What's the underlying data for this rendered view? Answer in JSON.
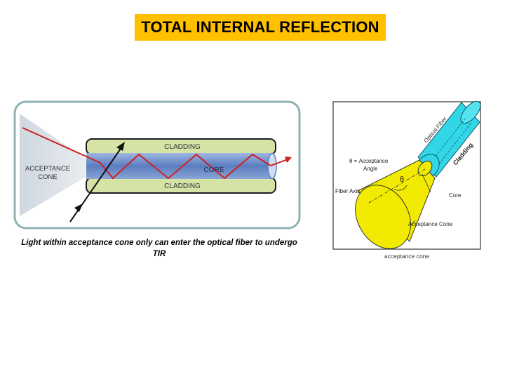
{
  "slide": {
    "title": "TOTAL INTERNAL REFLECTION"
  },
  "left_diagram": {
    "label_cladding_top": "CLADDING",
    "label_cladding_bottom": "CLADDING",
    "label_core": "CORE",
    "label_acceptance": "ACCEPTANCE",
    "label_cone": "CONE",
    "caption": "Light within acceptance cone only can enter the optical fiber to undergo TIR"
  },
  "right_diagram": {
    "label_optical_fiber": "Optical Fiber",
    "label_cladding": "Cladding",
    "label_theta_eq": "θ = Acceptance",
    "label_angle": "Angle",
    "label_theta": "θ",
    "label_fiber_axis": "Fiber Axis",
    "label_core": "Core",
    "label_acceptance_cone": "Acceptance Cone",
    "caption": "acceptance cone"
  },
  "colors": {
    "title_bg": "#ffc000",
    "cladding": "#d6e3a6",
    "core": "#6f8fc9",
    "ray": "#cc2222",
    "fiber_cyan": "#33d6e6",
    "cone_yellow": "#f2ea00"
  }
}
